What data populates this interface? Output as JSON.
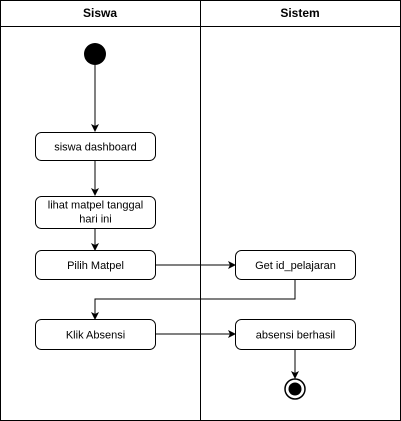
{
  "diagram": {
    "type": "uml-activity-swimlane",
    "lanes": [
      {
        "id": "siswa",
        "title": "Siswa"
      },
      {
        "id": "sistem",
        "title": "Sistem"
      }
    ],
    "nodes": [
      {
        "id": "start",
        "kind": "initial",
        "lane": "siswa"
      },
      {
        "id": "dashboard",
        "kind": "action",
        "lane": "siswa",
        "label": "siswa dashboard"
      },
      {
        "id": "lihat",
        "kind": "action",
        "lane": "siswa",
        "label_lines": [
          "lihat matpel tanggal",
          "hari ini"
        ]
      },
      {
        "id": "pilih",
        "kind": "action",
        "lane": "siswa",
        "label": "Pilih Matpel"
      },
      {
        "id": "getid",
        "kind": "action",
        "lane": "sistem",
        "label": "Get id_pelajaran"
      },
      {
        "id": "klik",
        "kind": "action",
        "lane": "siswa",
        "label": "Klik Absensi"
      },
      {
        "id": "berhasil",
        "kind": "action",
        "lane": "sistem",
        "label": "absensi berhasil"
      },
      {
        "id": "end",
        "kind": "final",
        "lane": "sistem"
      }
    ],
    "edges": [
      {
        "from": "start",
        "to": "dashboard"
      },
      {
        "from": "dashboard",
        "to": "lihat"
      },
      {
        "from": "lihat",
        "to": "pilih"
      },
      {
        "from": "pilih",
        "to": "getid"
      },
      {
        "from": "getid",
        "to": "klik"
      },
      {
        "from": "klik",
        "to": "berhasil"
      },
      {
        "from": "berhasil",
        "to": "end"
      }
    ]
  }
}
